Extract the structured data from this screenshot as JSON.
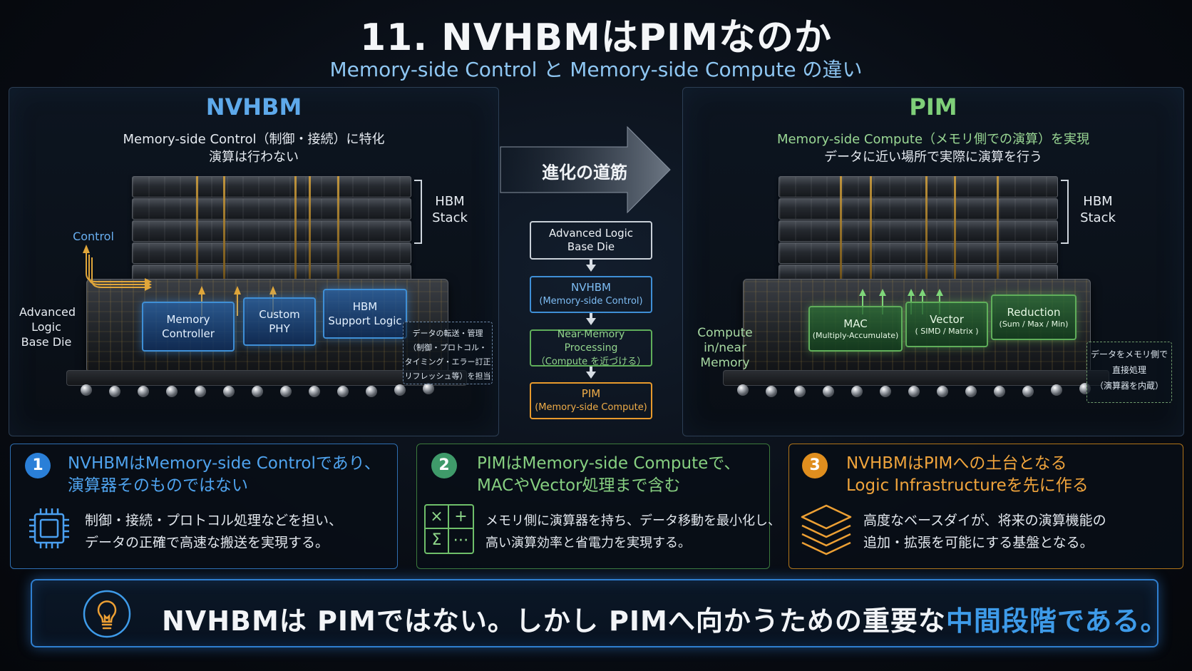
{
  "header": {
    "title": "11. NVHBMはPIMなのか",
    "subtitle": "Memory-side Control と Memory-side Compute の違い"
  },
  "left_panel": {
    "title": "NVHBM",
    "desc_line1": "Memory-side Control（制御・接続）に特化",
    "desc_line2": "演算は行わない",
    "stack_label": [
      "HBM",
      "Stack"
    ],
    "control_label": "Control",
    "base_die_label": [
      "Advanced",
      "Logic",
      "Base Die"
    ],
    "blocks": [
      {
        "line1": "Memory",
        "line2": "Controller"
      },
      {
        "line1": "Custom",
        "line2": "PHY"
      },
      {
        "line1": "HBM",
        "line2": "Support Logic"
      }
    ],
    "note": [
      "データの転送・管理",
      "（制御・プロトコル・",
      "タイミング・エラー訂正",
      "リフレッシュ等）を担当"
    ]
  },
  "center": {
    "arrow_label": "進化の道筋",
    "flow": [
      {
        "line1": "Advanced Logic",
        "line2": "Base Die"
      },
      {
        "line1": "NVHBM",
        "line2": "(Memory-side Control)"
      },
      {
        "line1": "Near-Memory Processing",
        "line2": "（Compute を近づける）"
      },
      {
        "line1": "PIM",
        "line2": "(Memory-side Compute)"
      }
    ]
  },
  "right_panel": {
    "title": "PIM",
    "desc_line1": "Memory-side Compute（メモリ側での演算）を実現",
    "desc_line2": "データに近い場所で実際に演算を行う",
    "stack_label": [
      "HBM",
      "Stack"
    ],
    "compute_label": [
      "Compute",
      "in/near",
      "Memory"
    ],
    "blocks": [
      {
        "line1": "MAC",
        "line2": "(Multiply-Accumulate)"
      },
      {
        "line1": "Vector",
        "line2": "( SIMD / Matrix )"
      },
      {
        "line1": "Reduction",
        "line2": "(Sum / Max / Min)"
      }
    ],
    "note": [
      "データをメモリ側で",
      "直接処理",
      "（演算器を内蔵）"
    ]
  },
  "cards": [
    {
      "num": "1",
      "head1": "NVHBMはMemory-side Controlであり、",
      "head2": "演算器そのものではない",
      "body1": "制御・接続・プロトコル処理などを担い、",
      "body2": "データの正確で高速な搬送を実現する。",
      "icon": "chip-icon"
    },
    {
      "num": "2",
      "head1": "PIMはMemory-side Computeで、",
      "head2": "MACやVector処理まで含む",
      "body1": "メモリ側に演算器を持ち、データ移動を最小化し、",
      "body2": "高い演算効率と省電力を実現する。",
      "icon": "calculator-icon",
      "calc_symbols": [
        "×",
        "+",
        "Σ",
        "⋯"
      ]
    },
    {
      "num": "3",
      "head1": "NVHBMはPIMへの土台となる",
      "head2": "Logic Infrastructureを先に作る",
      "body1": "高度なベースダイが、将来の演算機能の",
      "body2": "追加・拡張を可能にする基盤となる。",
      "icon": "layers-icon"
    }
  ],
  "banner": {
    "text_main": "NVHBMは PIMではない。しかし PIMへ向かうための重要な",
    "text_highlight": "中間段階である。",
    "icon": "lightbulb-icon"
  },
  "colors": {
    "blue": "#3e9be9",
    "green": "#6fbf6a",
    "orange": "#e89a2c"
  }
}
